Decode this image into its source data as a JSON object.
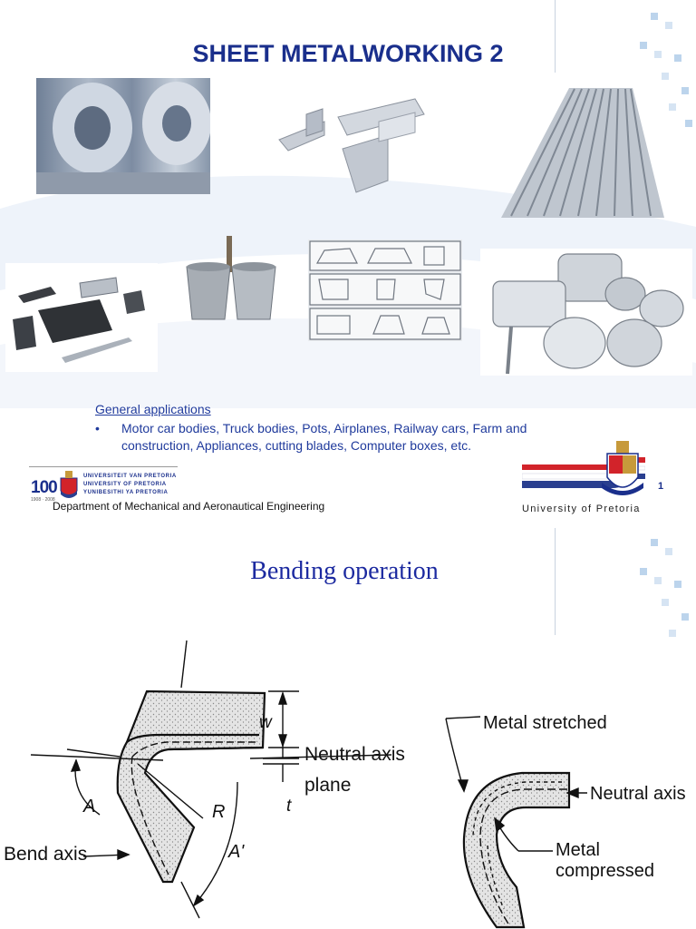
{
  "slide1": {
    "title": "SHEET METALWORKING 2",
    "applications_heading": "General applications",
    "bullet": "•",
    "applications_text": "Motor car bodies, Truck bodies, Pots, Airplanes,  Railway cars,  Farm and construction, Appliances, cutting blades, Computer boxes,  etc.",
    "department": "Department of Mechanical and Aeronautical Engineering",
    "page_number": "1",
    "logo_left": {
      "number": "100",
      "years": "1908 · 2008",
      "lines": [
        "UNIVERSITEIT VAN PRETORIA",
        "UNIVERSITY OF PRETORIA",
        "YUNIBESITHI YA PRETORIA"
      ]
    },
    "logo_right_label": "University of Pretoria"
  },
  "slide2": {
    "title": "Bending operation",
    "labels": {
      "w": "w",
      "neutral_axis": "Neutral axis",
      "plane": "plane",
      "t": "t",
      "A": "A",
      "R": "R",
      "A_prime": "A'",
      "bend_axis": "Bend axis",
      "metal_stretched": "Metal stretched",
      "neutral_axis_right": "Neutral axis",
      "metal_compressed": "Metal compressed"
    }
  },
  "colors": {
    "title_blue": "#1a2f8c",
    "text_blue": "#1f3a9c",
    "flag_red": "#d2232a",
    "flag_blue": "#2a3f8f"
  }
}
